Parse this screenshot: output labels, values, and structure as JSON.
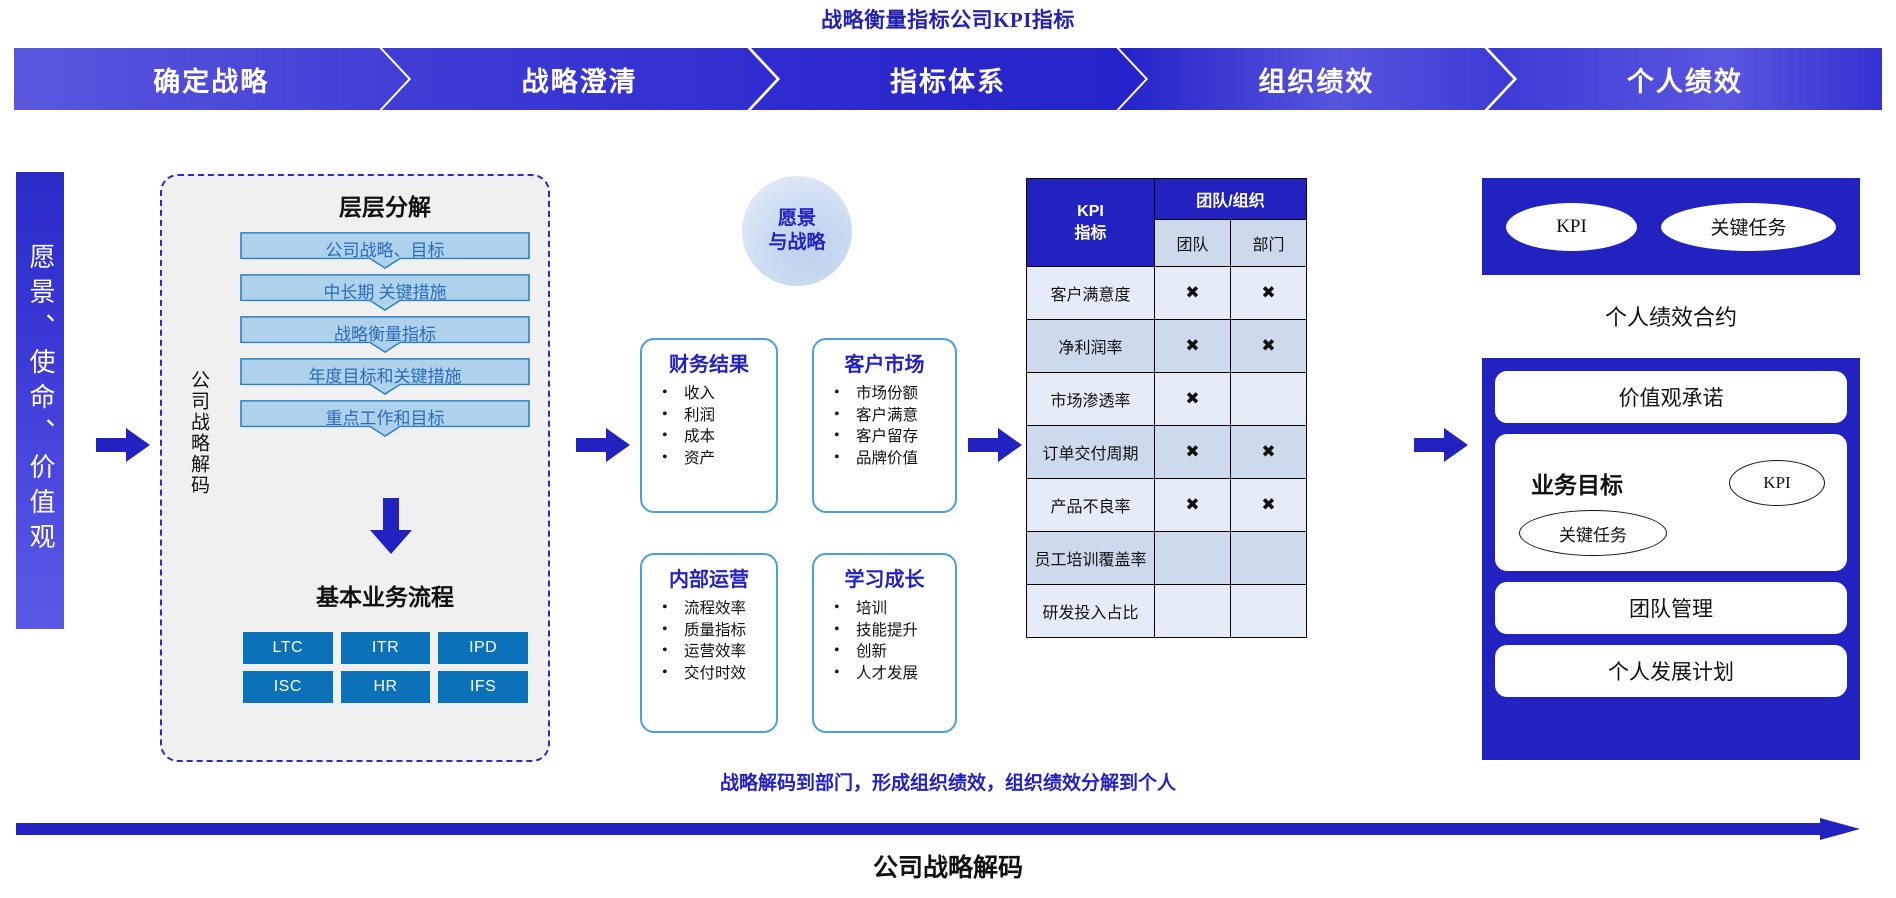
{
  "title": "战略衡量指标公司KPI指标",
  "banner": {
    "steps": [
      {
        "label": "确定战略"
      },
      {
        "label": "战略澄清"
      },
      {
        "label": "指标体系"
      },
      {
        "label": "组织绩效"
      },
      {
        "label": "个人绩效"
      }
    ]
  },
  "vision_bar": {
    "text": "愿景、使命、价值观"
  },
  "decode": {
    "vertical_label": "公司战略解码",
    "cascade_title": "层层分解",
    "cascade_items": [
      "公司战略、目标",
      "中长期 关键措施",
      "战略衡量指标",
      "年度目标和关键措施",
      "重点工作和目标"
    ],
    "flow_title": "基本业务流程",
    "processes": [
      "LTC",
      "ITR",
      "IPD",
      "ISC",
      "HR",
      "IFS"
    ]
  },
  "vision_circle": {
    "line1": "愿景",
    "line2": "与战略"
  },
  "bsc": [
    {
      "title": "财务结果",
      "items": [
        "收入",
        "利润",
        "成本",
        "资产"
      ]
    },
    {
      "title": "客户市场",
      "items": [
        "市场份额",
        "客户满意",
        "客户留存",
        "品牌价值"
      ]
    },
    {
      "title": "内部运营",
      "items": [
        "流程效率",
        "质量指标",
        "运营效率",
        "交付时效"
      ]
    },
    {
      "title": "学习成长",
      "items": [
        "培训",
        "技能提升",
        "创新",
        "人才发展"
      ]
    }
  ],
  "kpi_table": {
    "col_kpi_line1": "KPI",
    "col_kpi_line2": "指标",
    "group_header": "团队/组织",
    "sub_headers": [
      "团队",
      "部门"
    ],
    "rows": [
      {
        "name": "客户满意度",
        "team": "✖",
        "dept": "✖"
      },
      {
        "name": "净利润率",
        "team": "✖",
        "dept": "✖"
      },
      {
        "name": "市场渗透率",
        "team": "✖",
        "dept": ""
      },
      {
        "name": "订单交付周期",
        "team": "✖",
        "dept": "✖"
      },
      {
        "name": "产品不良率",
        "team": "✖",
        "dept": "✖"
      },
      {
        "name": "员工培训覆盖率",
        "team": "",
        "dept": ""
      },
      {
        "name": "研发投入占比",
        "team": "",
        "dept": ""
      }
    ]
  },
  "performance": {
    "top_ovals": [
      "KPI",
      "关键任务"
    ],
    "contract_label": "个人绩效合约",
    "cards": [
      "价值观承诺",
      "团队管理",
      "个人发展计划"
    ],
    "goal_card": {
      "title": "业务目标",
      "kpi_ellipse": "KPI",
      "task_ellipse": "关键任务"
    }
  },
  "footer": {
    "note": "战略解码到部门，形成组织绩效，组织绩效分解到个人",
    "title": "公司战略解码"
  },
  "colors": {
    "brand_blue": "#2222C0",
    "chevron_start": "#5B57DE",
    "chevron_end": "#2020C8",
    "process_blue": "#0B72B9",
    "bsc_border": "#49A0DC",
    "cascade_fill": "#AFD2EC",
    "row_light": "#E6ECF7",
    "row_dark": "#CDDAEC"
  }
}
